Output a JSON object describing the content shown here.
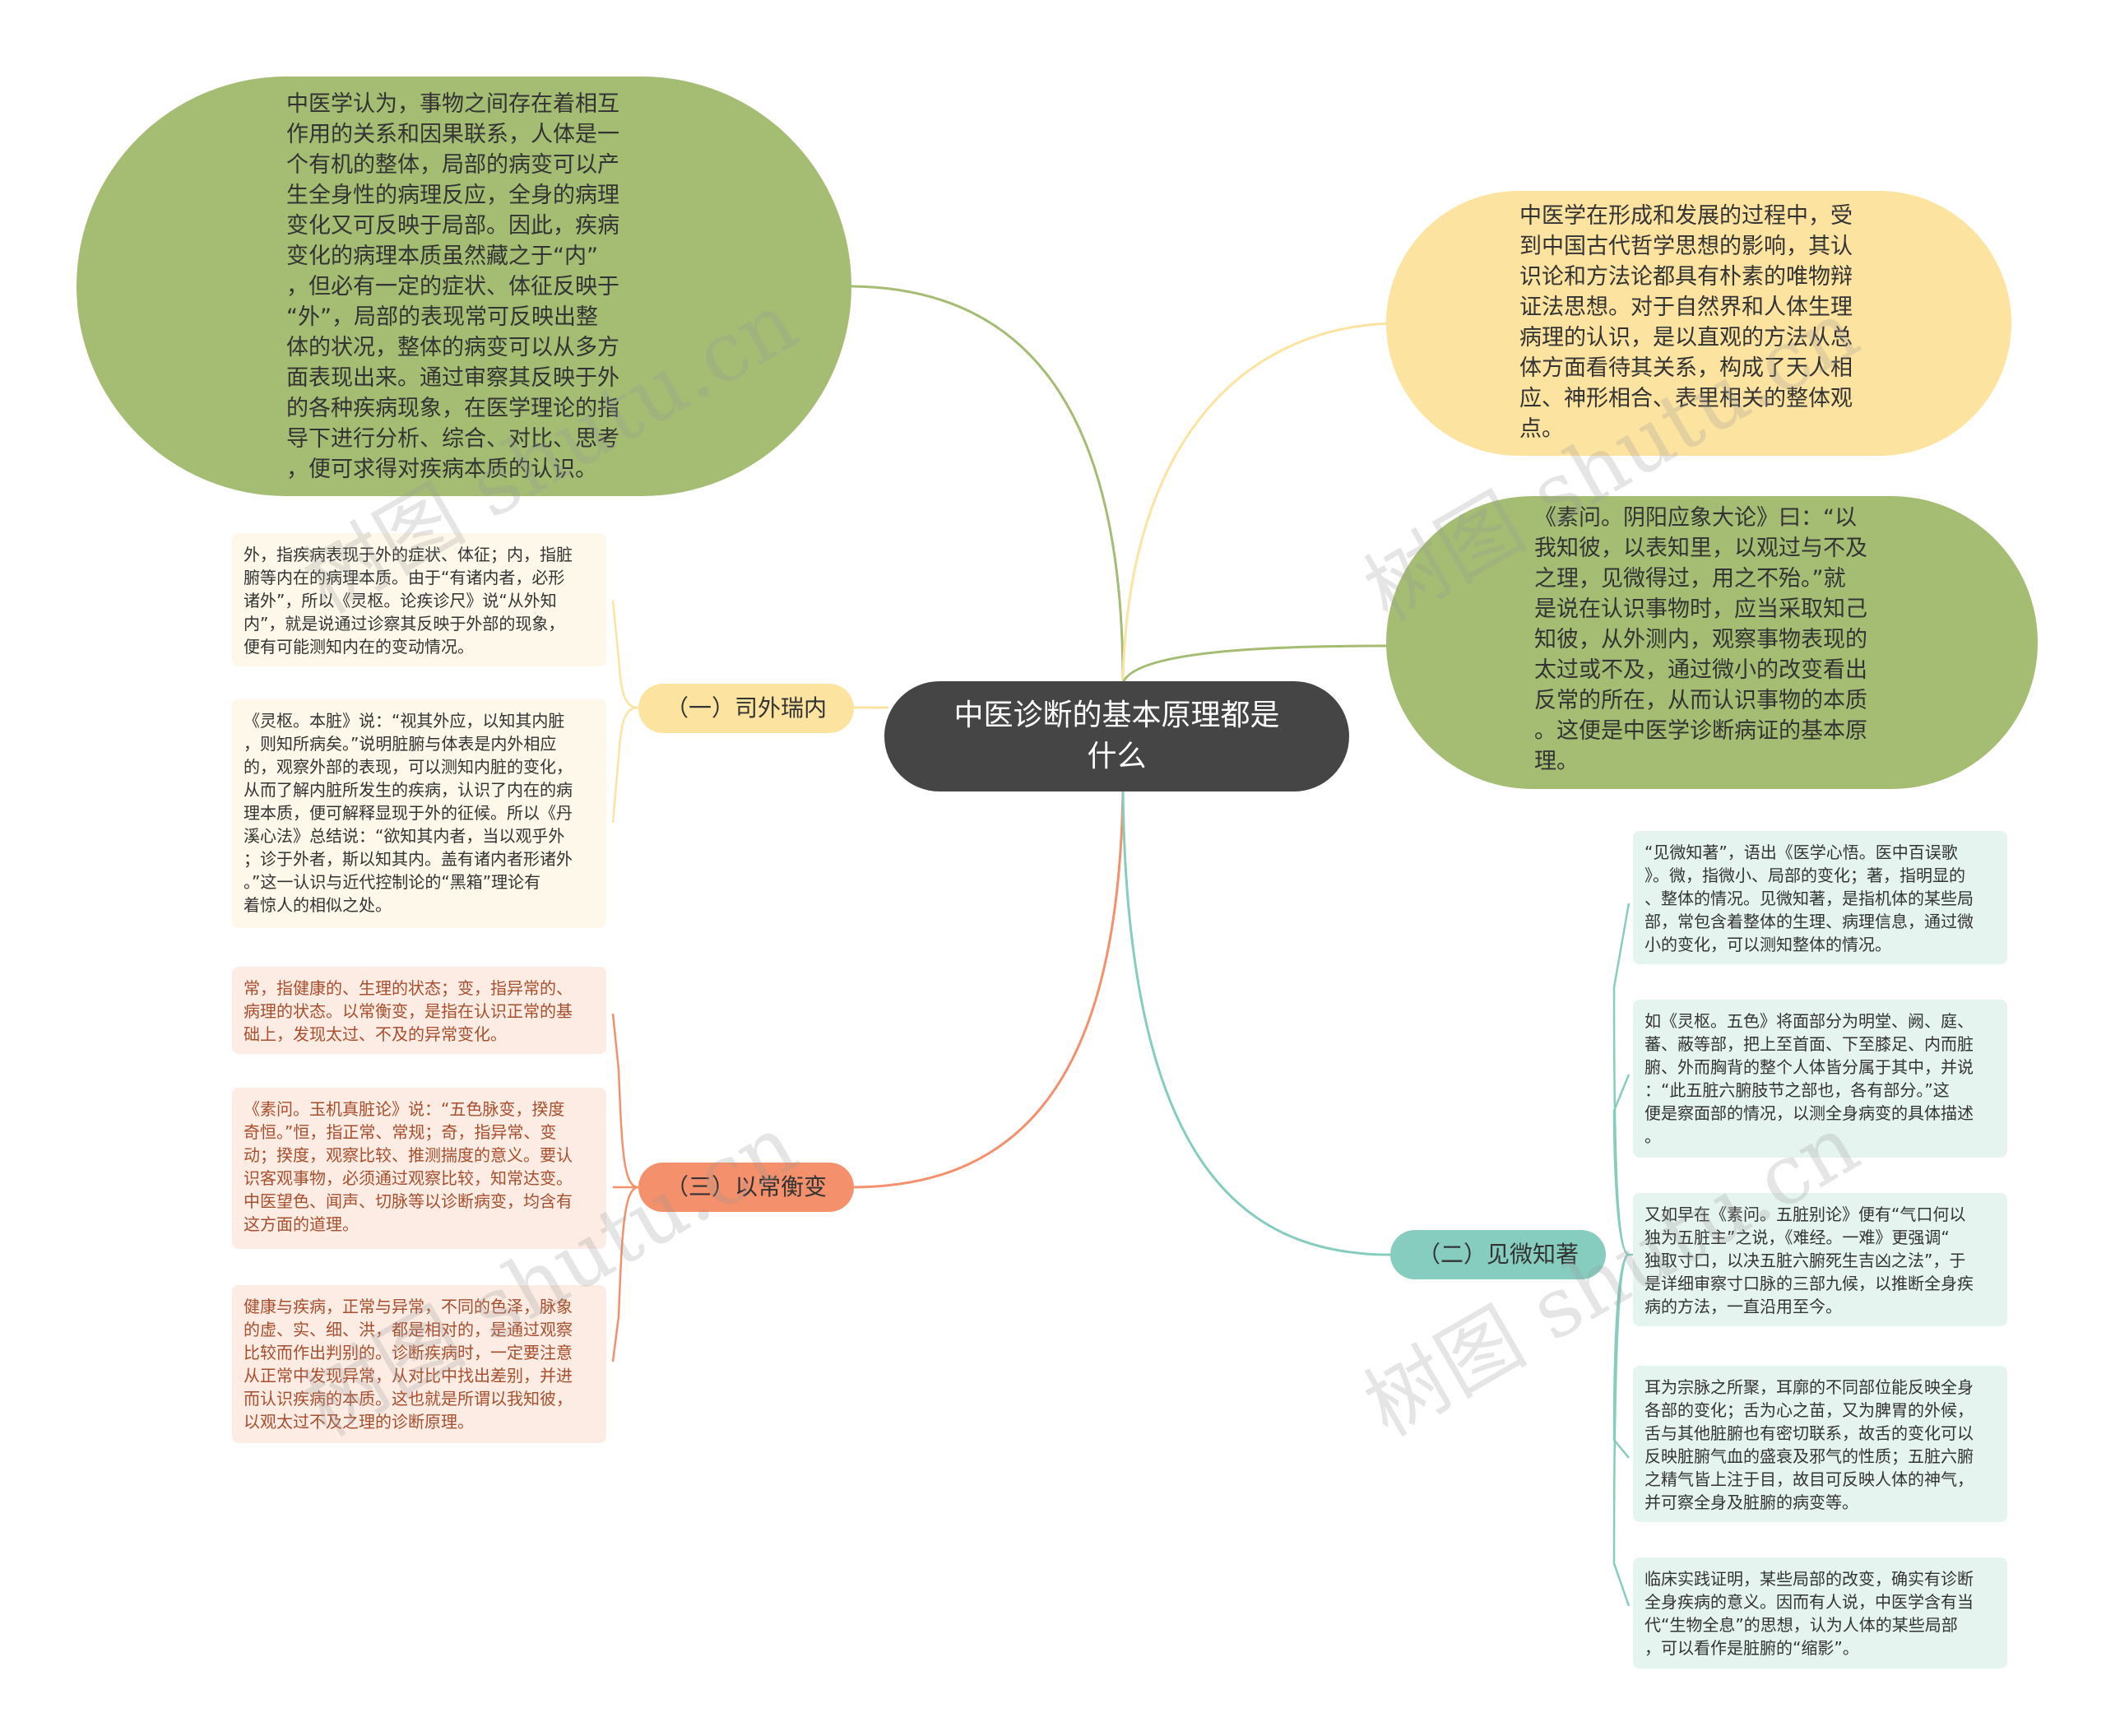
{
  "colors": {
    "green": "#a4bd73",
    "yellow": "#fde3a0",
    "orange": "#f4906b",
    "teal": "#86cdc0",
    "center": "#454545",
    "card_yellow": "#fef8ea",
    "card_orange": "#fdece4",
    "card_teal": "#e6f4f0",
    "text_orange": "#a84e2c"
  },
  "center": {
    "label": "中医诊断的基本原理都是\n什么"
  },
  "top_left": {
    "text": "中医学认为，事物之间存在着相互\n作用的关系和因果联系，人体是一\n个有机的整体，局部的病变可以产\n生全身性的病理反应，全身的病理\n变化又可反映于局部。因此，疾病\n变化的病理本质虽然藏之于“内”\n，但必有一定的症状、体征反映于\n“外”，局部的表现常可反映出整\n体的状况，整体的病变可以从多方\n面表现出来。通过审察其反映于外\n的各种疾病现象，在医学理论的指\n导下进行分析、综合、对比、思考\n，便可求得对疾病本质的认识。"
  },
  "top_right_1": {
    "text": "中医学在形成和发展的过程中，受\n到中国古代哲学思想的影响，其认\n识论和方法论都具有朴素的唯物辩\n证法思想。对于自然界和人体生理\n病理的认识，是以直观的方法从总\n体方面看待其关系，构成了天人相\n应、神形相合、表里相关的整体观\n点。"
  },
  "top_right_2": {
    "text": "《素问。阴阳应象大论》曰：“以\n我知彼，以表知里，以观过与不及\n之理，见微得过，用之不殆。”就\n是说在认识事物时，应当采取知己\n知彼，从外测内，观察事物表现的\n太过或不及，通过微小的改变看出\n反常的所在，从而认识事物的本质\n。这便是中医学诊断病证的基本原\n理。"
  },
  "branch_1": {
    "label": "（一）司外瑞内",
    "cards": [
      "外，指疾病表现于外的症状、体征；内，指脏\n腑等内在的病理本质。由于“有诸内者，必形\n诸外”，所以《灵枢。论疾诊尺》说“从外知\n内”，就是说通过诊察其反映于外部的现象，\n便有可能测知内在的变动情况。",
      "《灵枢。本脏》说：“视其外应，以知其内脏\n，则知所病矣。”说明脏腑与体表是内外相应\n的，观察外部的表现，可以测知内脏的变化，\n从而了解内脏所发生的疾病，认识了内在的病\n理本质，便可解释显现于外的征候。所以《丹\n溪心法》总结说：“欲知其内者，当以观乎外\n；诊于外者，斯以知其内。盖有诸内者形诸外\n。”这一认识与近代控制论的“黑箱”理论有\n着惊人的相似之处。"
    ]
  },
  "branch_3": {
    "label": "（三）以常衡变",
    "cards": [
      "常，指健康的、生理的状态；变，指异常的、\n病理的状态。以常衡变，是指在认识正常的基\n础上，发现太过、不及的异常变化。",
      "《素问。玉机真脏论》说：“五色脉变，揆度\n奇恒。”恒，指正常、常规；奇，指异常、变\n动；揆度，观察比较、推测揣度的意义。要认\n识客观事物，必须通过观察比较，知常达变。\n中医望色、闻声、切脉等以诊断病变，均含有\n这方面的道理。",
      "健康与疾病，正常与异常，不同的色泽，脉象\n的虚、实、细、洪，都是相对的，是通过观察\n比较而作出判别的。诊断疾病时，一定要注意\n从正常中发现异常，从对比中找出差别，并进\n而认识疾病的本质。这也就是所谓以我知彼，\n以观太过不及之理的诊断原理。"
    ]
  },
  "branch_2": {
    "label": "（二）见微知著",
    "cards": [
      "“见微知著”，语出《医学心悟。医中百误歌\n》。微，指微小、局部的变化；著，指明显的\n、整体的情况。见微知著，是指机体的某些局\n部，常包含着整体的生理、病理信息，通过微\n小的变化，可以测知整体的情况。",
      "如《灵枢。五色》将面部分为明堂、阙、庭、\n蕃、蔽等部，把上至首面、下至膝足、内而脏\n腑、外而胸背的整个人体皆分属于其中，并说\n：“此五脏六腑肢节之部也，各有部分。”这\n便是察面部的情况，以测全身病变的具体描述\n。",
      "又如早在《素问。五脏别论》便有“气口何以\n独为五脏主”之说，《难经。一难》更强调“\n独取寸口，以决五脏六腑死生吉凶之法”，于\n是详细审察寸口脉的三部九候，以推断全身疾\n病的方法，一直沿用至今。",
      "耳为宗脉之所聚，耳廓的不同部位能反映全身\n各部的变化；舌为心之苗，又为脾胃的外候，\n舌与其他脏腑也有密切联系，故舌的变化可以\n反映脏腑气血的盛衰及邪气的性质；五脏六腑\n之精气皆上注于目，故目可反映人体的神气，\n并可察全身及脏腑的病变等。",
      "临床实践证明，某些局部的改变，确实有诊断\n全身疾病的意义。因而有人说，中医学含有当\n代“生物全息”的思想，认为人体的某些局部\n，可以看作是脏腑的“缩影”。"
    ]
  },
  "watermark": "树图 shutu.cn"
}
